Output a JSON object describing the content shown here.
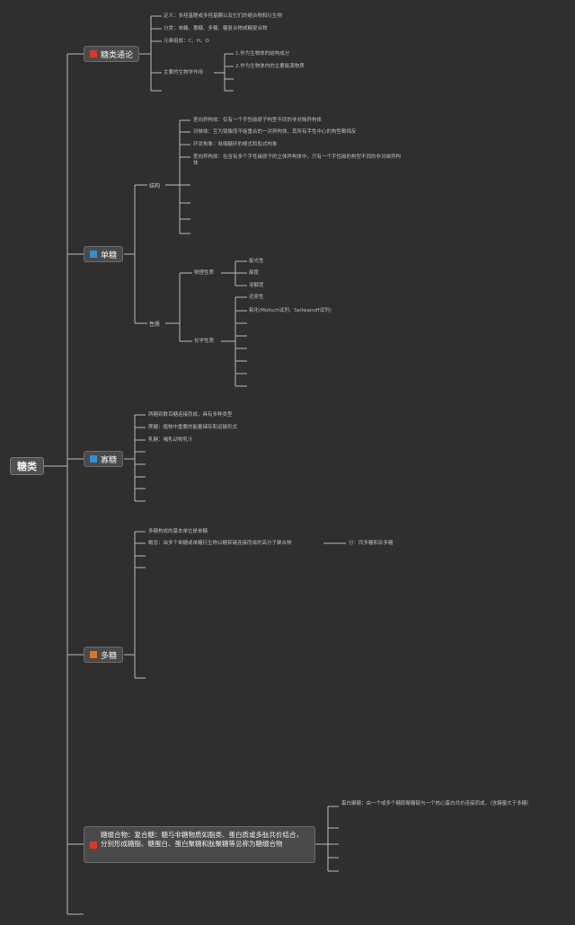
{
  "root": {
    "label": "糖类"
  },
  "branches": {
    "b1": {
      "label": "糖类通论",
      "items": [
        "定义：多羟基醛或多羟基酮以及它们的缩合物和衍生物",
        "分类：单糖、寡糖、多糖、糖复合物或糖复合物",
        "元素组成：C、H、O"
      ],
      "sub_label": "主要的生物学作用",
      "sub_items": [
        "1.作为生物体的结构成分",
        "2.作为生物体内的主要能源物质"
      ]
    },
    "b2": {
      "label": "单糖",
      "struct_label": "结构",
      "struct_items": [
        "差向异构体：仅有一个手性碳原子构型不同的非对映异构体",
        "对映体：互为镜像而不能重合的一对异构体，其所有手性中心的构型都相反",
        "环状构象：吡喃糖环的椅式和船式构象",
        "差向异构体：在含有多个手性碳原子的立体异构体中，只有一个手性碳的构型不同的非对映异构体"
      ],
      "prop_label": "性质",
      "phys_label": "物理性质",
      "phys_items": [
        "旋光性",
        "甜度",
        "溶解度"
      ],
      "chem_label": "化学性质",
      "chem_items": [
        "还原性",
        "氧化(Molisch试剂、Seliwanoff试剂)"
      ]
    },
    "b3": {
      "label": "寡糖",
      "items": [
        "两糖到数百糖连接而成，具有多种类型",
        "蔗糖：植物中重要的能量储存和运输形式",
        "乳糖：哺乳动物乳汁"
      ]
    },
    "b4": {
      "label": "多糖",
      "items": [
        "多糖构成的基本单位是单糖",
        "概念：由多个单糖或单糖衍生物以糖苷键连接而成的高分子聚合物"
      ],
      "side_note": "分：同多糖和杂多糖"
    },
    "b5": {
      "label": "糖缀合物：复合糖：糖与非糖物质如脂类、蛋白质或多肽共价结合，分别形成糖脂、糖蛋白、蛋白聚糖和肽聚糖等总称为糖缀合物",
      "items": [
        "蛋白聚糖：由一个或多个糖胺聚糖链与一个核心蛋白共价连接而成，（含糖量大于多糖）"
      ]
    }
  },
  "colors": {
    "red": "#d63b2a",
    "blue": "#2f8fd8",
    "orange": "#d9742a",
    "line": "#b8b8b8",
    "background": "#2f2f2f"
  }
}
